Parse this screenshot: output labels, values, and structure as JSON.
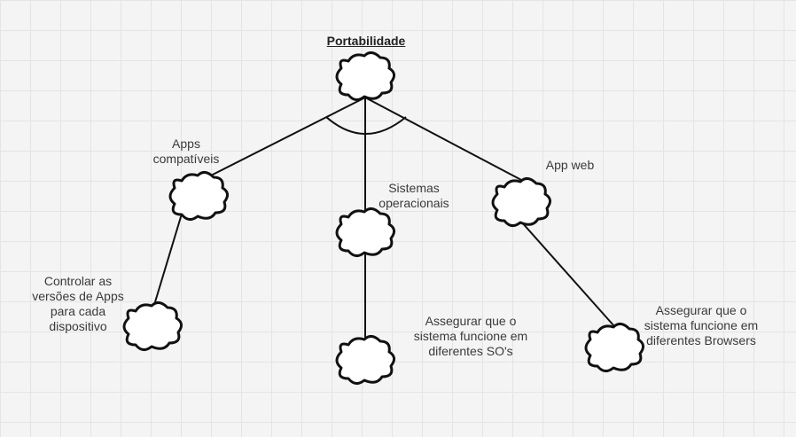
{
  "root": {
    "label": "Portabilidade"
  },
  "nodes": {
    "apps": {
      "label": "Apps\ncompatíveis"
    },
    "so": {
      "label": "Sistemas\noperacionais"
    },
    "web": {
      "label": "App web"
    },
    "apps_child": {
      "label": "Controlar as\nversões de Apps\npara cada\ndispositivo"
    },
    "so_child": {
      "label": "Assegurar que o\nsistema funcione em\ndiferentes SO's"
    },
    "web_child": {
      "label": "Assegurar que o\nsistema funcione em\ndiferentes Browsers"
    }
  }
}
